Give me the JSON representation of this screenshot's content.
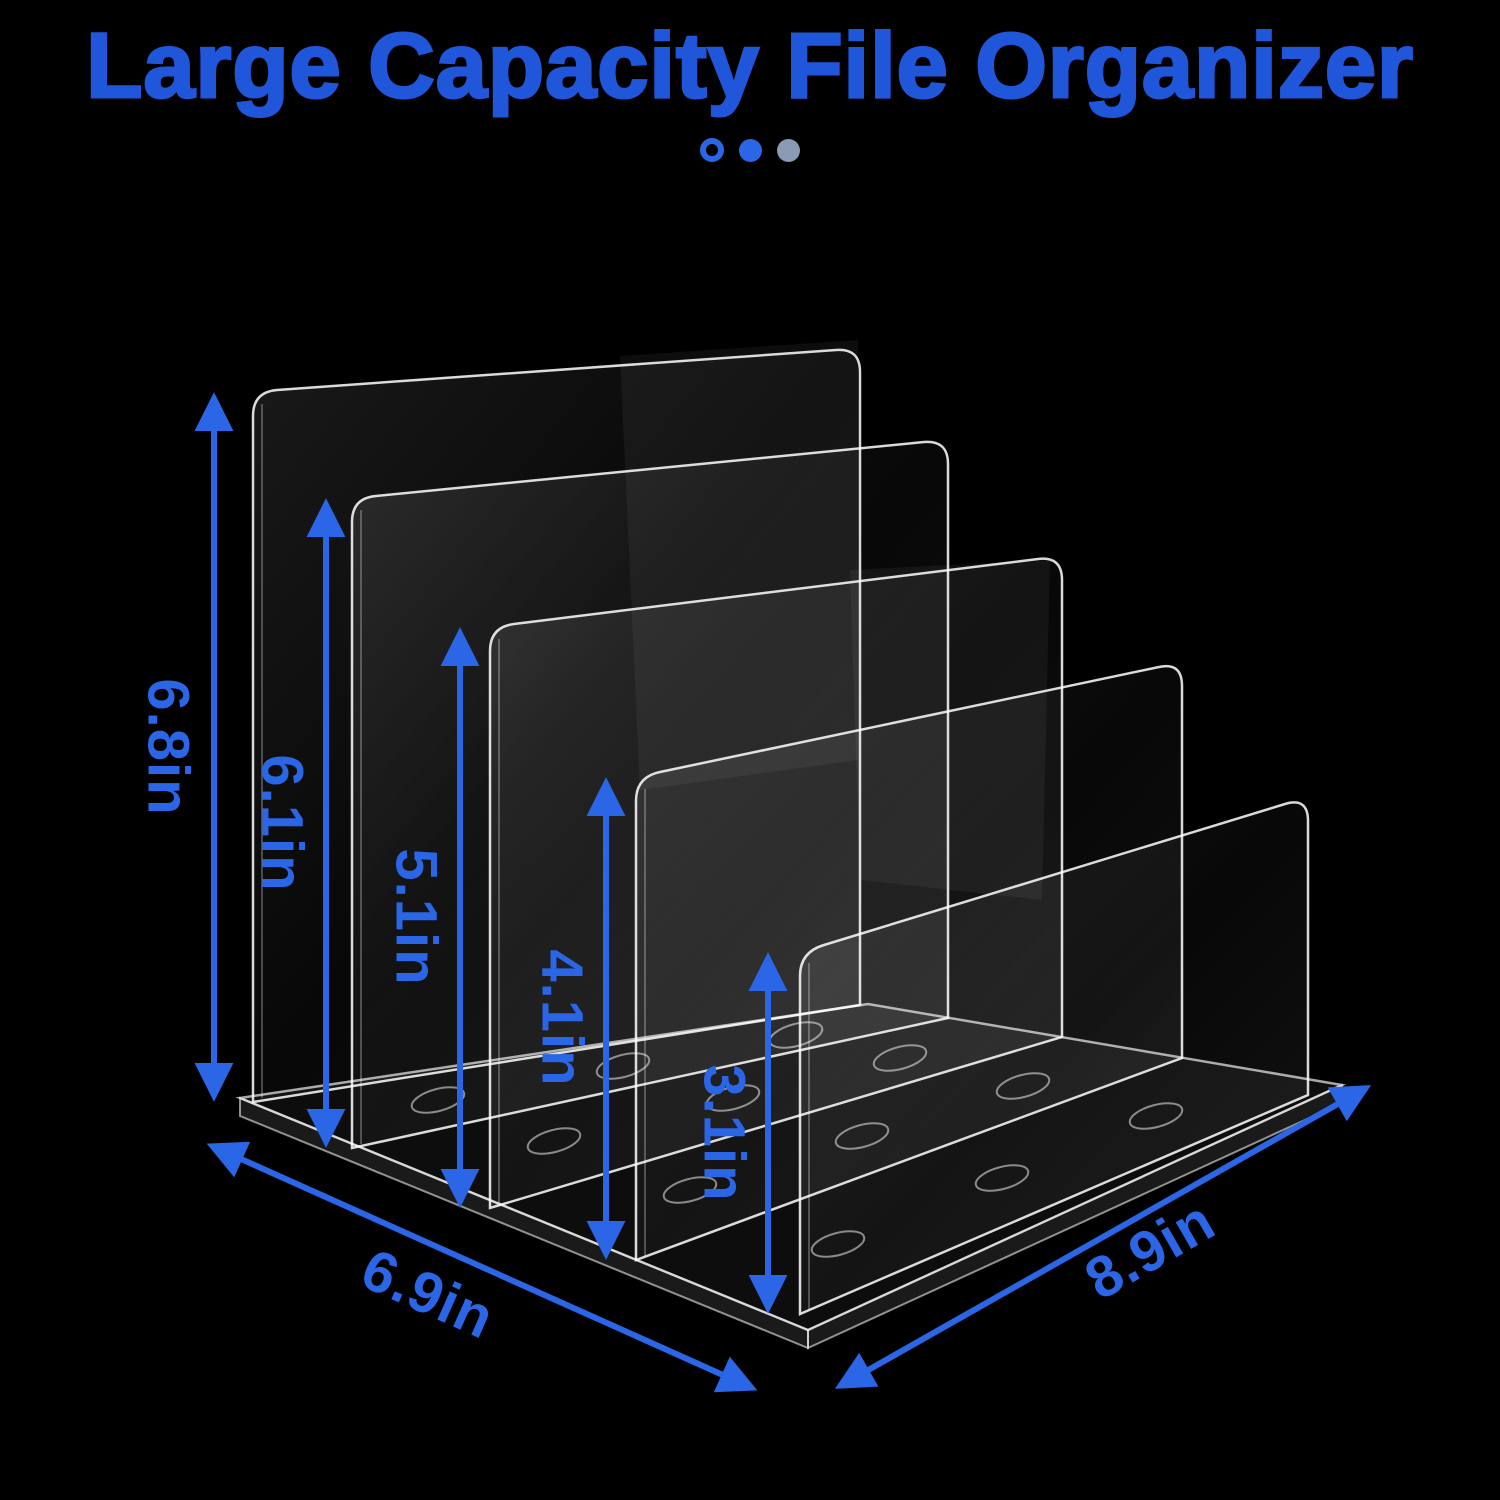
{
  "title": "Large Capacity File Organizer",
  "carousel_dots": [
    {
      "name": "dot-1",
      "style": "ring"
    },
    {
      "name": "dot-2",
      "style": "solid"
    },
    {
      "name": "dot-3",
      "style": "muted"
    }
  ],
  "colors": {
    "background": "#000000",
    "title_blue": "#2057DA",
    "dimension_blue": "#2A66E6",
    "dot_gray": "#8C9BB5",
    "product_outline": "#FFFFFF"
  },
  "product": {
    "type": "clear acrylic desktop file organizer",
    "divider_count": 5
  },
  "dimensions": {
    "divider_heights": [
      {
        "label": "6.8in"
      },
      {
        "label": "6.1in"
      },
      {
        "label": "5.1in"
      },
      {
        "label": "4.1in"
      },
      {
        "label": "3.1in"
      }
    ],
    "base_depth": {
      "label": "6.9in"
    },
    "base_width": {
      "label": "8.9in"
    }
  }
}
